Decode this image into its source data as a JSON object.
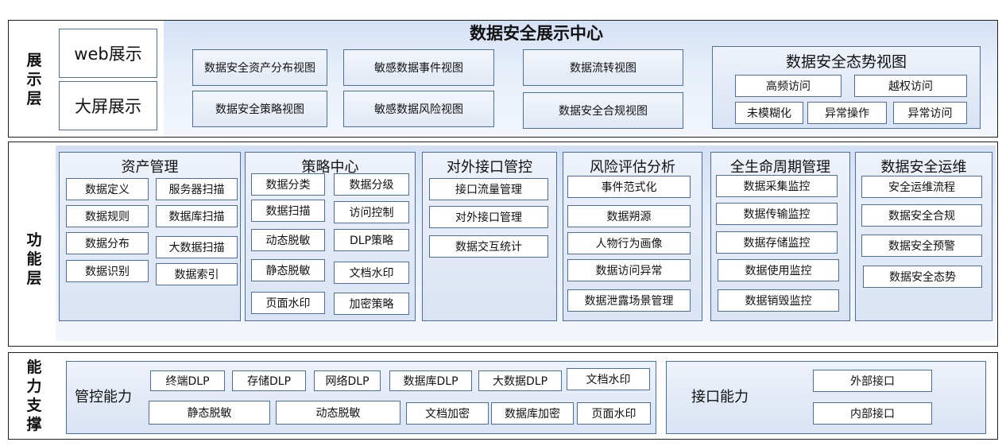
{
  "display_layer": {
    "label": [
      "展",
      "示",
      "层"
    ],
    "web_display": "web展示",
    "big_screen": "大屏展示",
    "center_title": "数据安全展示中心",
    "views": [
      "数据安全资产分布视图",
      "敏感数据事件视图",
      "数据流转视图",
      "数据安全策略视图",
      "敏感数据风险视图",
      "数据安全合规视图"
    ],
    "situation": {
      "title": "数据安全态势视图",
      "items": [
        "高频访问",
        "越权访问",
        "未模糊化",
        "异常操作",
        "异常访问"
      ]
    }
  },
  "function_layer": {
    "label": [
      "功",
      "能",
      "层"
    ],
    "modules": [
      {
        "title": "资产管理",
        "items": [
          "数据定义",
          "服务器扫描",
          "数据规则",
          "数据库扫描",
          "数据分布",
          "大数据扫描",
          "数据识别",
          "数据索引"
        ]
      },
      {
        "title": "策略中心",
        "items": [
          "数据分类",
          "数据分级",
          "数据扫描",
          "访问控制",
          "动态脱敏",
          "DLP策略",
          "静态脱敏",
          "文档水印",
          "页面水印",
          "加密策略"
        ]
      },
      {
        "title": "对外接口管控",
        "items": [
          "接口流量管理",
          "对外接口管理",
          "数据交互统计"
        ]
      },
      {
        "title": "风险评估分析",
        "items": [
          "事件范式化",
          "数据朔源",
          "人物行为画像",
          "数据访问异常",
          "数据泄露场景管理"
        ]
      },
      {
        "title": "全生命周期管理",
        "items": [
          "数据采集监控",
          "数据传输监控",
          "数据存储监控",
          "数据使用监控",
          "数据销毁监控"
        ]
      },
      {
        "title": "数据安全运维",
        "items": [
          "安全运维流程",
          "数据安全合规",
          "数据安全预警",
          "数据安全态势"
        ]
      }
    ]
  },
  "capability_layer": {
    "label": [
      "能",
      "力",
      "支",
      "撑"
    ],
    "control": {
      "title": "管控能力",
      "items": [
        "终端DLP",
        "存储DLP",
        "网络DLP",
        "数据库DLP",
        "大数据DLP",
        "文档水印",
        "静态脱敏",
        "动态脱敏",
        "文档加密",
        "数据库加密",
        "页面水印"
      ]
    },
    "interface": {
      "title": "接口能力",
      "items": [
        "外部接口",
        "内部接口"
      ]
    }
  },
  "colors": {
    "border": "#4a6fa8",
    "panel_top": "#d4e0f4",
    "panel_bottom": "#f3f6fc"
  }
}
